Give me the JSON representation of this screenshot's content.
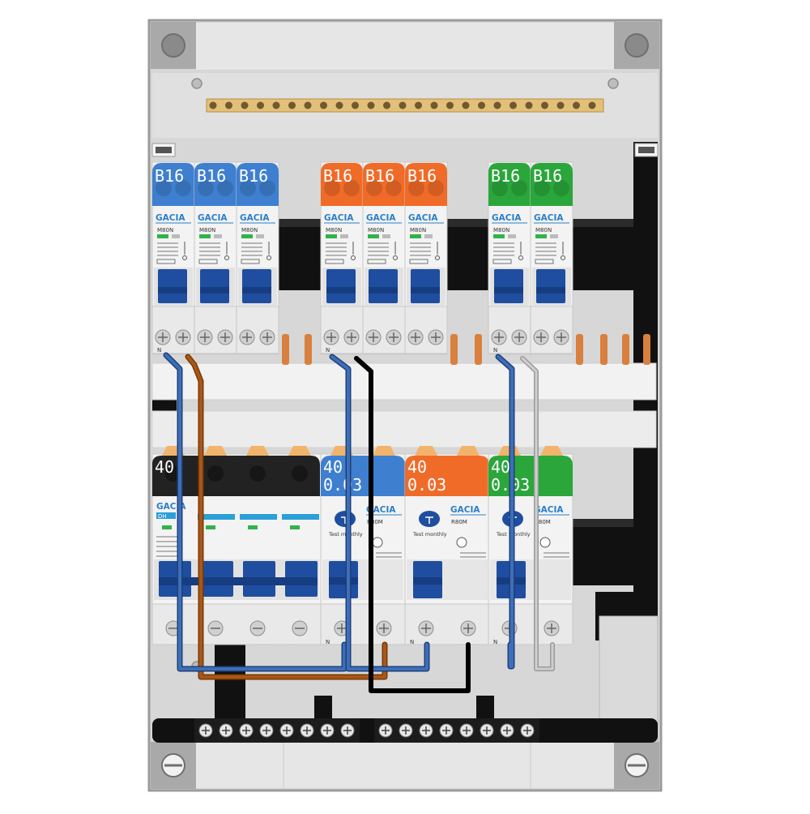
{
  "brand": "GACIA",
  "colors": {
    "blue": "#3f7fcf",
    "orange": "#f06a28",
    "green": "#2aa63a",
    "black": "#222222",
    "lever": "#1f4ea0",
    "copper": "#d9803f",
    "enclosure": "#d7d7d7"
  },
  "mcbs": [
    {
      "rating": "B16",
      "model": "M80N",
      "color": "blue"
    },
    {
      "rating": "B16",
      "model": "M80N",
      "color": "blue"
    },
    {
      "rating": "B16",
      "model": "M80N",
      "color": "blue"
    },
    {
      "rating": "B16",
      "model": "M80N",
      "color": "orange"
    },
    {
      "rating": "B16",
      "model": "M80N",
      "color": "orange"
    },
    {
      "rating": "B16",
      "model": "M80N",
      "color": "orange"
    },
    {
      "rating": "B16",
      "model": "M80N",
      "color": "green"
    },
    {
      "rating": "B16",
      "model": "M80N",
      "color": "green"
    }
  ],
  "main_switch": {
    "rating": "40",
    "label": "DH"
  },
  "rcds": [
    {
      "rating_line1": "40",
      "rating_line2": "0.03",
      "model": "R80M",
      "test_label": "Test monthly",
      "color": "blue"
    },
    {
      "rating_line1": "40",
      "rating_line2": "0.03",
      "model": "R80M",
      "test_label": "Test monthly",
      "color": "orange"
    },
    {
      "rating_line1": "40",
      "rating_line2": "0.03",
      "model": "R80M",
      "test_label": "Test monthly",
      "color": "green"
    }
  ],
  "neutral_mark": "N"
}
